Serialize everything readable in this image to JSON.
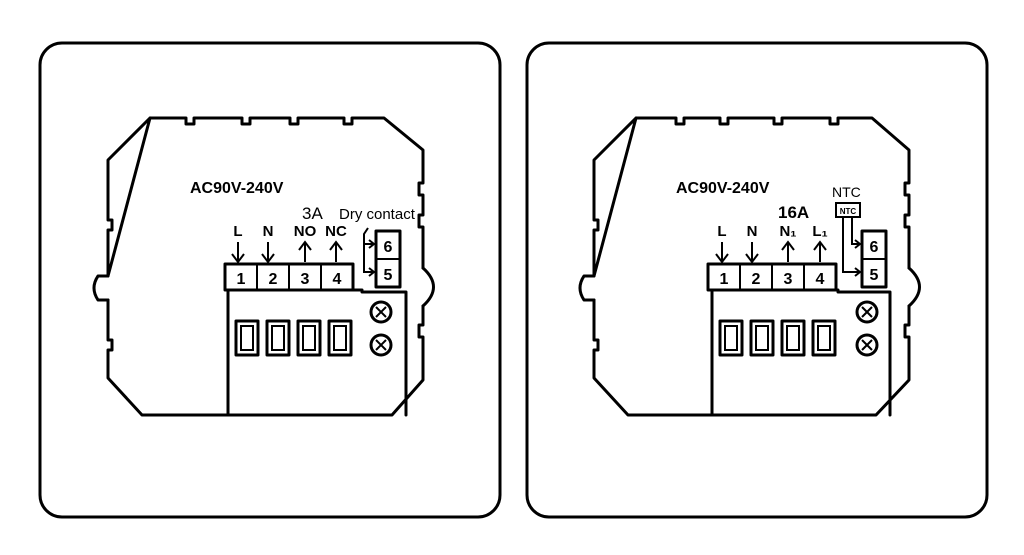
{
  "panels": [
    {
      "voltage": "AC90V-240V",
      "current": "3A",
      "contact_note": "Dry contact",
      "terminals": [
        "1",
        "2",
        "3",
        "4"
      ],
      "terminal_labels": [
        "L",
        "N",
        "NO",
        "NC"
      ],
      "terminal_directions": [
        "in",
        "in",
        "out",
        "out"
      ],
      "side_terminals": [
        "6",
        "5"
      ]
    },
    {
      "voltage": "AC90V-240V",
      "current": "16A",
      "sensor_label": "NTC",
      "sensor_box": "NTC",
      "terminals": [
        "1",
        "2",
        "3",
        "4"
      ],
      "terminal_labels": [
        "L",
        "N",
        "N₁",
        "L₁"
      ],
      "terminal_directions": [
        "in",
        "in",
        "out",
        "out"
      ],
      "side_terminals": [
        "6",
        "5"
      ]
    }
  ]
}
